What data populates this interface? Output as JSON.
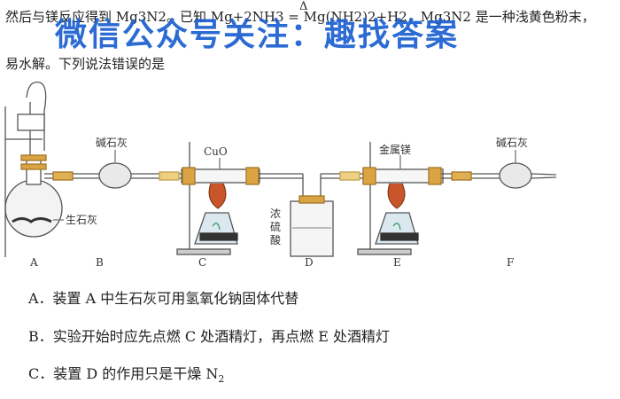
{
  "question": {
    "line1_text": "然后与镁反应得到 Mg3N2。已知 Mg+2NH3 = Mg(NH2)2+H2，Mg3N2 是一种浅黄色粉末，",
    "heat_symbol": "Δ",
    "line2_text": "易水解。下列说法错误的是"
  },
  "watermark": {
    "text": "微信公众号关注：趣找答案"
  },
  "apparatus": {
    "labels": {
      "quicklime": "生石灰",
      "soda_lime_1": "碱石灰",
      "cuo": "CuO",
      "conc_acid": "浓\n硫\n酸",
      "magnesium": "金属镁",
      "soda_lime_2": "碱石灰"
    },
    "device_letters": [
      "A",
      "B",
      "C",
      "D",
      "E",
      "F"
    ]
  },
  "options": {
    "a": "A．装置 A 中生石灰可用氢氧化钠固体代替",
    "b": "B．实验开始时应先点燃 C 处酒精灯，再点燃 E 处酒精灯",
    "c_prefix": "C．装置 D 的作用只是干燥 N",
    "c_sub": "2"
  }
}
